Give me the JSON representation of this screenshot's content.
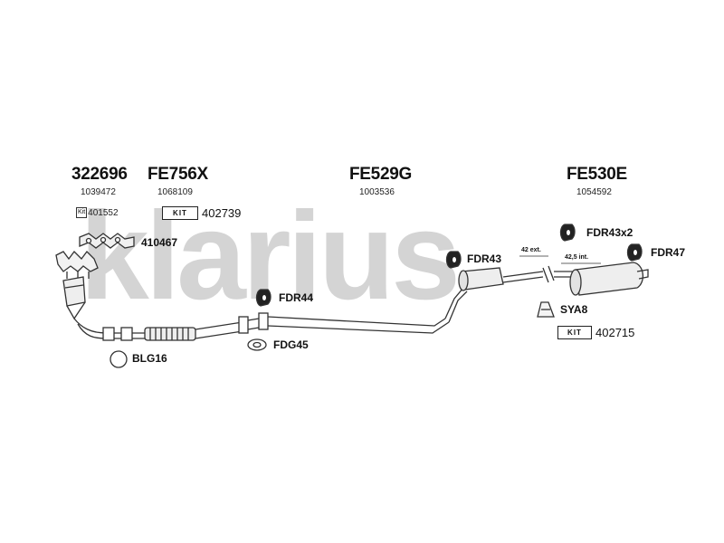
{
  "watermark": {
    "text": "klarius",
    "color": "#d4d4d4"
  },
  "groups": [
    {
      "part": "322696",
      "ref": "1039472"
    },
    {
      "part": "FE756X",
      "ref": "1068109"
    },
    {
      "part": "FE529G",
      "ref": "1003536"
    },
    {
      "part": "FE530E",
      "ref": "1054592"
    }
  ],
  "kits": [
    {
      "box": "Kit",
      "code": "401552"
    },
    {
      "box": "KIT",
      "code": "402739"
    },
    {
      "box": "KIT",
      "code": "402715"
    }
  ],
  "components": {
    "gasket": "410467",
    "ring": "BLG16",
    "rubber_front": "FDR44",
    "clamp": "FDG45",
    "rubber_mid": "FDR43",
    "rubber_rear_pair": "FDR43x2",
    "rubber_rear": "FDR47",
    "clamp_rear": "SYA8"
  },
  "dimensions": {
    "ext": "42 ext.",
    "int": "42,5 int."
  },
  "colors": {
    "line": "#333333",
    "fill": "#e6e6e6",
    "rubber": "#222222"
  }
}
